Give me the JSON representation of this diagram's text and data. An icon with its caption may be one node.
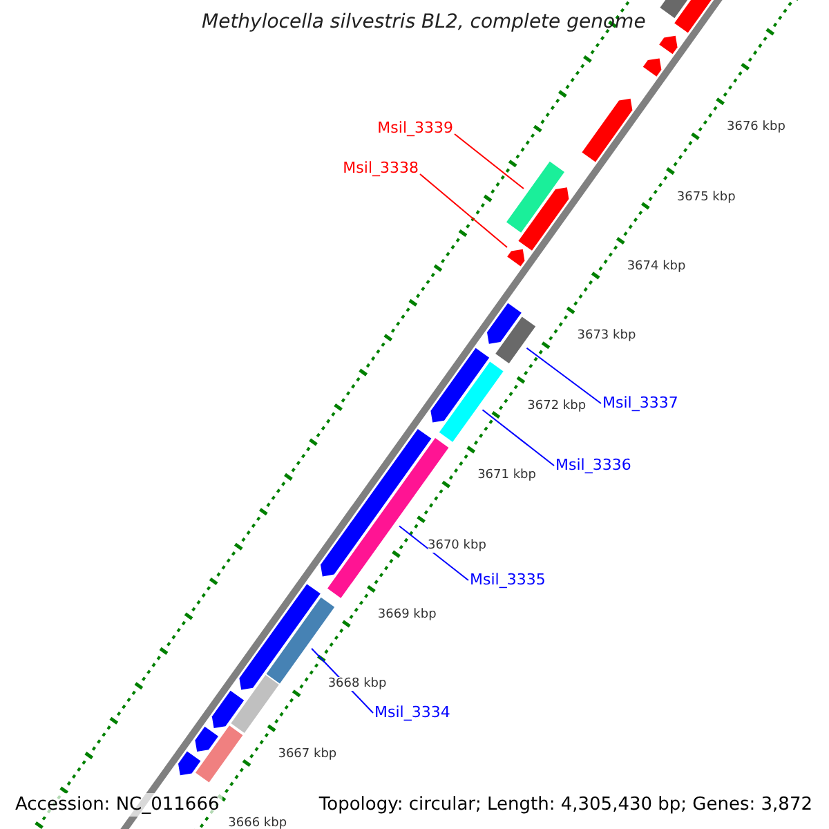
{
  "diagram": {
    "title": "Methylocella silvestris BL2, complete genome",
    "nodes": [
      {
        "text": [],
        "shape": "arrow"
      },
      {
        "text": [],
        "shape": "bar"
      },
      {
        "text": [],
        "shape": "arrow"
      },
      {
        "text": [],
        "shape": "arrow"
      },
      {
        "text": [],
        "shape": "arrow"
      },
      {
        "text": [
          "Msil_3339"
        ]
      },
      {
        "text": [
          "Msil_3338"
        ]
      },
      {
        "text": [],
        "shape": "bar"
      },
      {
        "text": [],
        "shape": "arrow"
      },
      {
        "text": [],
        "shape": "arrow"
      },
      {
        "text": [],
        "shape": "arrow"
      },
      {
        "text": [],
        "shape": "bar"
      },
      {
        "text": [],
        "shape": "arrow"
      },
      {
        "text": [],
        "shape": "bar"
      },
      {
        "text": [
          "Msil_3337"
        ]
      },
      {
        "text": [
          "Msil_3336"
        ]
      },
      {
        "text": [],
        "shape": "arrow"
      },
      {
        "text": [],
        "shape": "bar"
      },
      {
        "text": [
          "Msil_3335"
        ]
      },
      {
        "text": [],
        "shape": "arrow"
      },
      {
        "text": [],
        "shape": "bar"
      },
      {
        "text": [
          "Msil_3334"
        ]
      },
      {
        "text": [],
        "shape": "arrow"
      },
      {
        "text": [],
        "shape": "bar"
      },
      {
        "text": [],
        "shape": "arrow"
      },
      {
        "text": [],
        "shape": "bar"
      },
      {
        "text": [],
        "shape": "arrow"
      }
    ],
    "edges": [
      {
        "from": 5,
        "to": 7,
        "arrow": "none",
        "color": "#ff0000"
      },
      {
        "from": 6,
        "to": 9,
        "arrow": "none",
        "color": "#ff0000"
      },
      {
        "from": 14,
        "to": 11,
        "arrow": "none"
      },
      {
        "from": 15,
        "to": 13,
        "arrow": "none"
      },
      {
        "from": 18,
        "to": 17,
        "arrow": "none"
      },
      {
        "from": 21,
        "to": 20,
        "arrow": "none"
      }
    ],
    "labels": [
      "3676 kbp",
      "3675 kbp",
      "3674 kbp",
      "3673 kbp",
      "3672 kbp",
      "3671 kbp",
      "3670 kbp",
      "3669 kbp",
      "3668 kbp",
      "3667 kbp",
      "3666 kbp",
      "Accession: NC_011666",
      "Topology: circular; Length: 4,305,430 bp; Genes: 3,872"
    ]
  }
}
